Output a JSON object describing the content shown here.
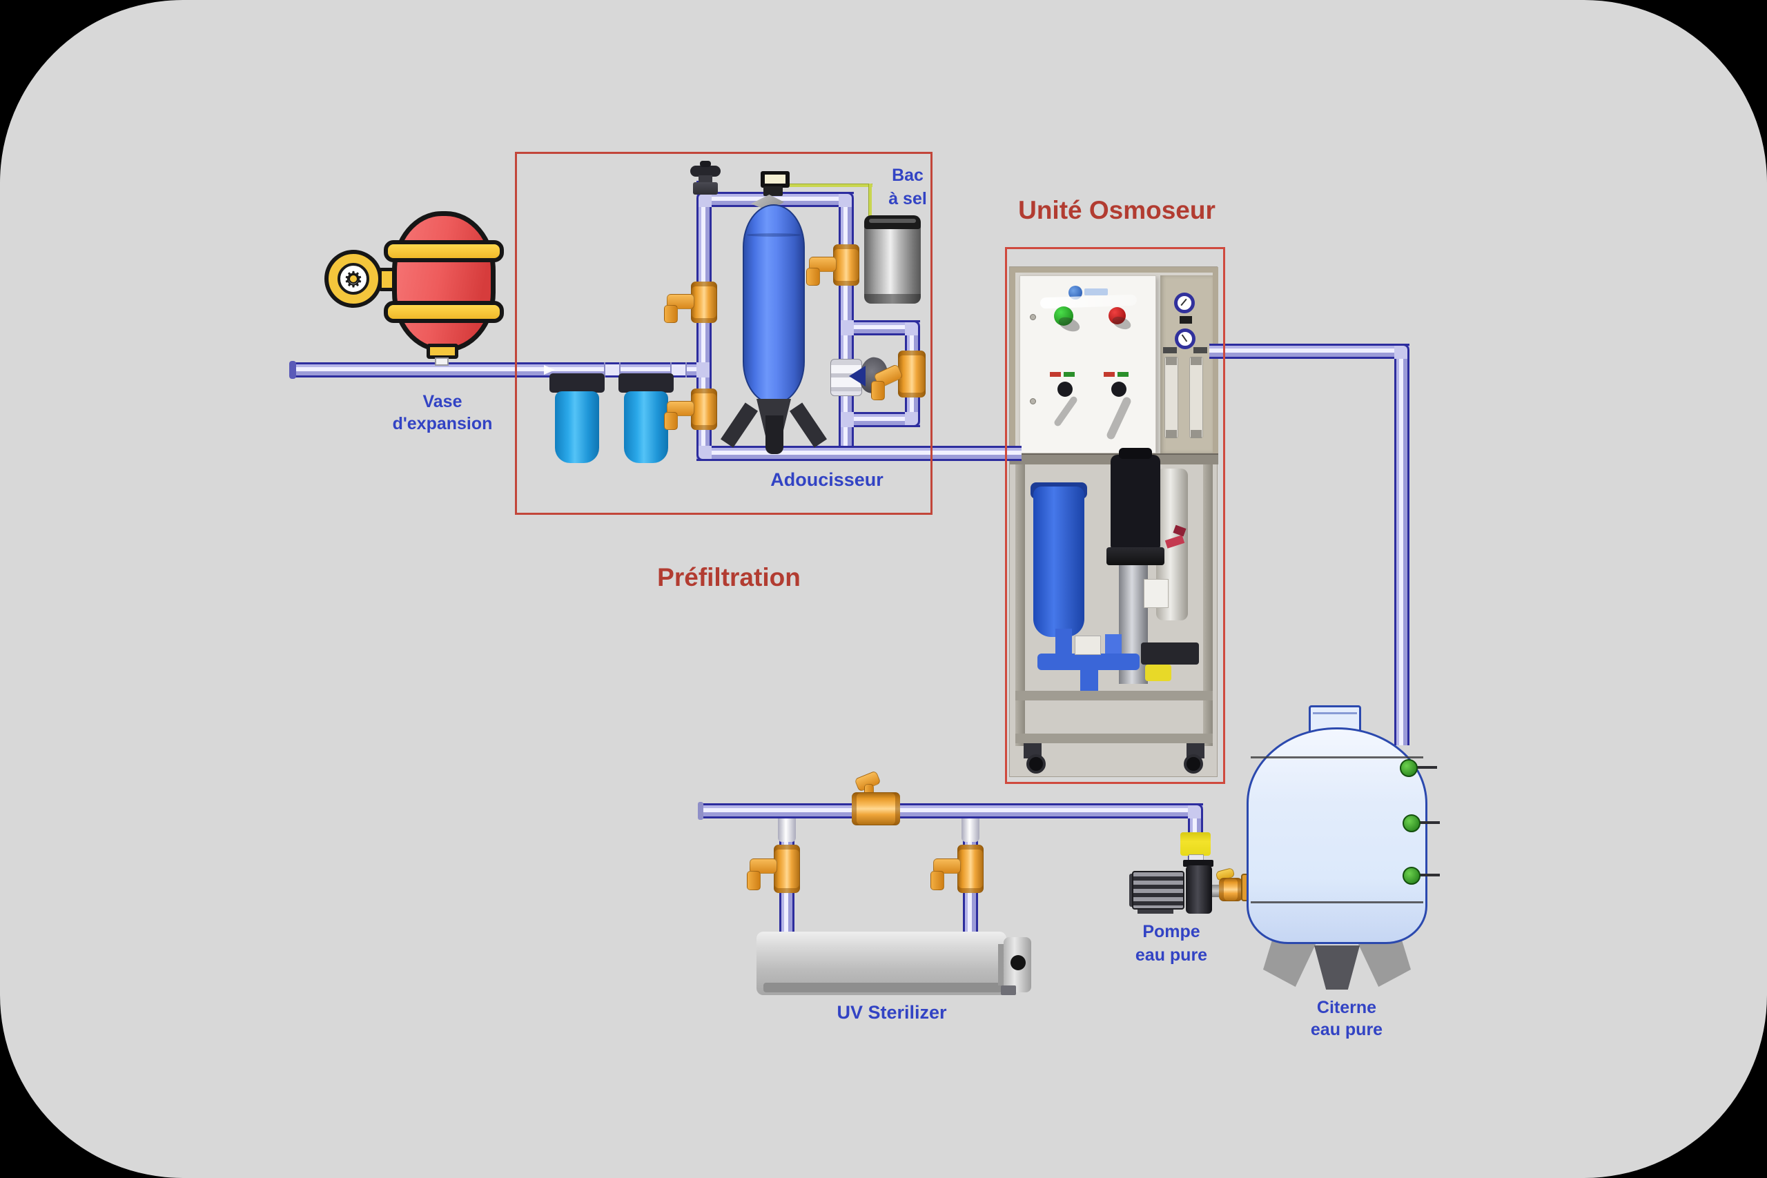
{
  "scene": {
    "background": "#d8d8d8",
    "frame": "#000000"
  },
  "labels": {
    "vase_line1": "Vase",
    "vase_line2": "d'expansion",
    "bac_line1": "Bac",
    "bac_line2": "à sel",
    "adoucisseur": "Adoucisseur",
    "prefiltration_title": "Préfiltration",
    "osmoseur_title": "Unité Osmoseur",
    "uv": "UV Sterilizer",
    "pompe_line1": "Pompe",
    "pompe_line2": "eau pure",
    "citerne_line1": "Citerne",
    "citerne_line2": "eau pure"
  },
  "colors": {
    "bg": "#d8d8d8",
    "pipe-edge": "#2d2d9e",
    "pipe-fill": "#c6c6ef",
    "label-blue": "#3243c4",
    "title-red": "#b23c31",
    "box-red": "#c2463a",
    "valve-orange": "#f0a441",
    "vase-red": "#ee5c5c",
    "band-yellow": "#f4c63c",
    "filter-blue": "#2aa7e8",
    "softener-blue": "#4e7ef0",
    "salt-can-gray": "#9e9e9e",
    "citerne-fill": "#dce9fb",
    "citerne-edge": "#2b49ae",
    "uv-gray": "#c9c9c9",
    "salt-line": "#c9d64f",
    "union-yellow": "#f3e32a",
    "knob-green": "#3fa32f",
    "photo-bg": "#cfccc6"
  }
}
